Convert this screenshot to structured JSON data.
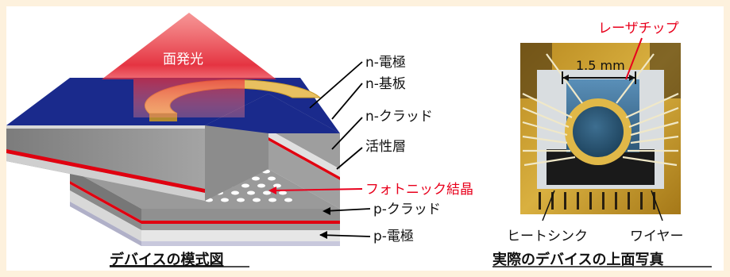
{
  "left_figure": {
    "arrow_text": "面発光",
    "labels": {
      "n_electrode": "n-電極",
      "n_substrate": "n-基板",
      "n_clad": "n-クラッド",
      "active_layer": "活性層",
      "photonic_crystal": "フォトニック結晶",
      "p_clad": "p-クラッド",
      "p_electrode": "p-電極"
    },
    "caption": "デバイスの模式図"
  },
  "right_figure": {
    "laser_chip_label": "レーザチップ",
    "scale_label": "1.5 mm",
    "heatsink_label": "ヒートシンク",
    "wire_label": "ワイヤー",
    "caption": "実際のデバイスの上面写真"
  },
  "colors": {
    "page_border": "#fdf1dd",
    "red_label": "#e8001c",
    "substrate_top": "#1a2a8c",
    "electrode_gold": "#e8c060",
    "arrow_red": "#e30012",
    "active_red": "#e00010",
    "chip_blue": "#3a6a90",
    "gold_background": "#c89a2a"
  }
}
